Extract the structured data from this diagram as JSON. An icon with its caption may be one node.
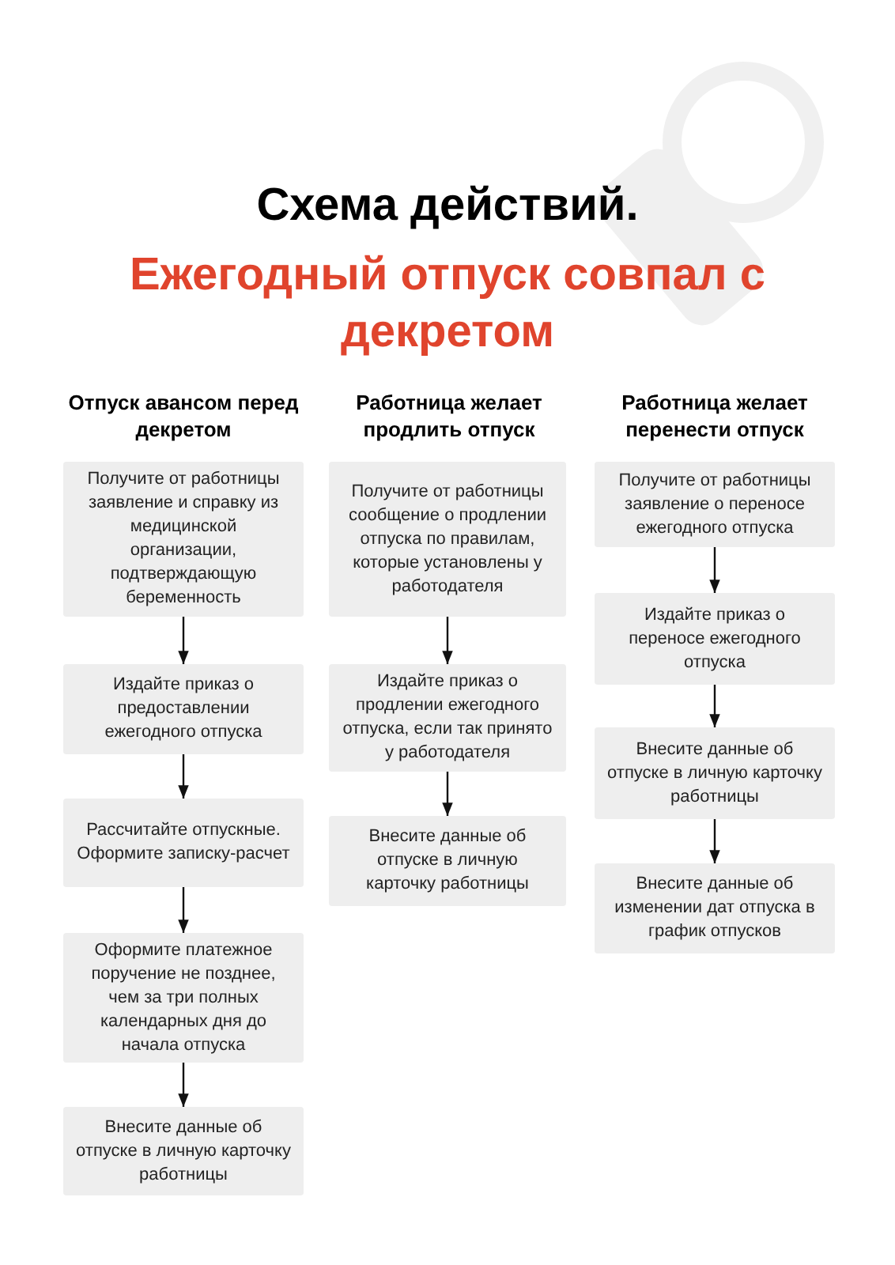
{
  "diagram": {
    "title": "Схема действий.",
    "nodes": [
      {
        "text": [
          "Получите от работницы заявление и справку из медицинской организации, подтверждающую беременность"
        ]
      },
      {
        "text": [
          "Издайте приказ о предоставлении ежегодного отпуска"
        ]
      },
      {
        "text": [
          "Рассчитайте отпускные. Оформите записку-расчет"
        ]
      },
      {
        "text": [
          "Оформите платежное поручение не позднее, чем за три полных календарных дня до начала отпуска"
        ]
      },
      {
        "text": [
          "Внесите данные об отпуске в личную карточку работницы"
        ]
      },
      {
        "text": [
          "Получите от работницы сообщение о продлении отпуска по правилам, которые установлены у работодателя"
        ]
      },
      {
        "text": [
          "Издайте приказ о продлении ежегодного отпуска, если так принято у работодателя"
        ]
      },
      {
        "text": [
          "Внесите данные об отпуске в личную карточку работницы"
        ]
      },
      {
        "text": [
          "Получите от работницы заявление о переносе ежегодного отпуска"
        ]
      },
      {
        "text": [
          "Издайте приказ о переносе ежегодного отпуска"
        ]
      },
      {
        "text": [
          "Внесите данные об отпуске в личную карточку работницы"
        ]
      },
      {
        "text": [
          "Внесите данные об изменении дат отпуска в график отпусков"
        ]
      }
    ],
    "edges": [
      {
        "from": 0,
        "to": 1,
        "arrow": "to"
      },
      {
        "from": 1,
        "to": 2,
        "arrow": "to"
      },
      {
        "from": 2,
        "to": 3,
        "arrow": "to"
      },
      {
        "from": 3,
        "to": 4,
        "arrow": "to"
      },
      {
        "from": 5,
        "to": 6,
        "arrow": "to"
      },
      {
        "from": 6,
        "to": 7,
        "arrow": "to"
      },
      {
        "from": 8,
        "to": 9,
        "arrow": "to"
      },
      {
        "from": 9,
        "to": 10,
        "arrow": "to"
      },
      {
        "from": 10,
        "to": 11,
        "arrow": "to"
      }
    ],
    "labels": [
      "Ежегодный отпуск совпал с декретом",
      "Отпуск авансом перед декретом",
      "Работница желает продлить отпуск",
      "Работница желает перенести отпуск"
    ]
  }
}
